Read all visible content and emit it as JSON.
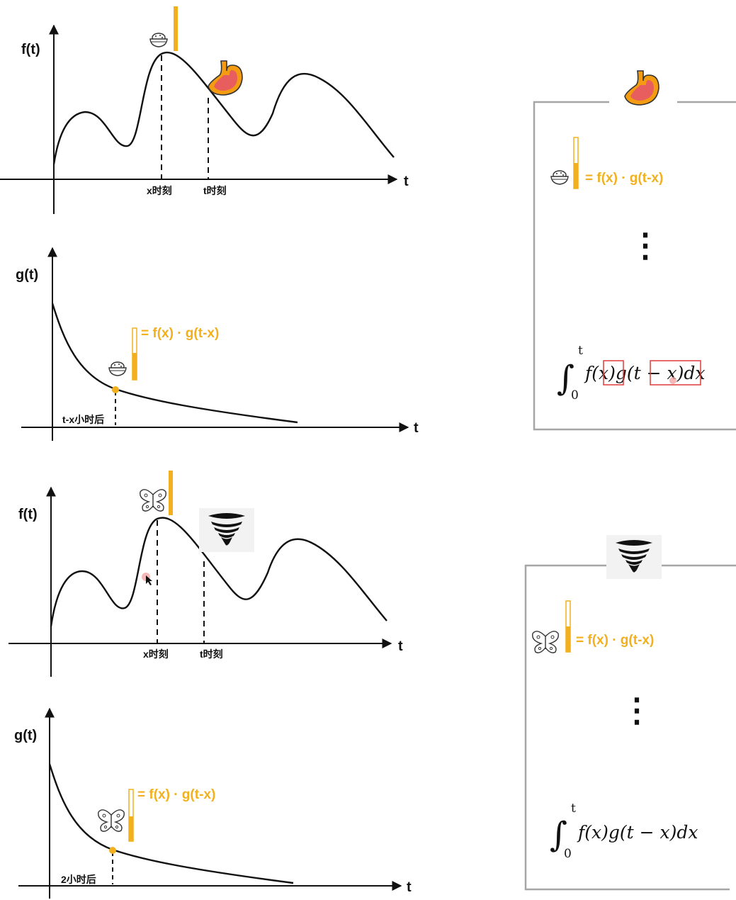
{
  "top_left": {
    "f_label": "f(t)",
    "t_label": "t",
    "x_moment": "x时刻",
    "t_moment": "t时刻",
    "icons": [
      "rice-bowl-icon",
      "stomach-icon"
    ]
  },
  "top_g": {
    "g_label": "g(t)",
    "t_label": "t",
    "equation": "= f(x) · g(t-x)",
    "after_label": "t-x小时后"
  },
  "bottom_left": {
    "f_label": "f(t)",
    "t_label": "t",
    "x_moment": "x时刻",
    "t_moment": "t时刻",
    "icons": [
      "butterfly-icon",
      "tornado-icon"
    ]
  },
  "bottom_g": {
    "g_label": "g(t)",
    "t_label": "t",
    "equation": "= f(x) · g(t-x)",
    "after_label": "2小时后"
  },
  "top_right": {
    "equation": "= f(x) · g(t-x)",
    "ellipsis": "⋮",
    "integral_upper": "t",
    "integral_lower": "0",
    "integrand": "f(x)g(t − x)dx"
  },
  "bottom_right": {
    "equation": "= f(x) · g(t-x)",
    "ellipsis": "⋮",
    "integral_upper": "t",
    "integral_lower": "0",
    "integrand": "f(x)g(t − x)dx"
  },
  "colors": {
    "accent": "#f2b01e",
    "highlight_box": "#e03a3a",
    "panel_border": "#a6a6a6",
    "axis": "#111111"
  }
}
